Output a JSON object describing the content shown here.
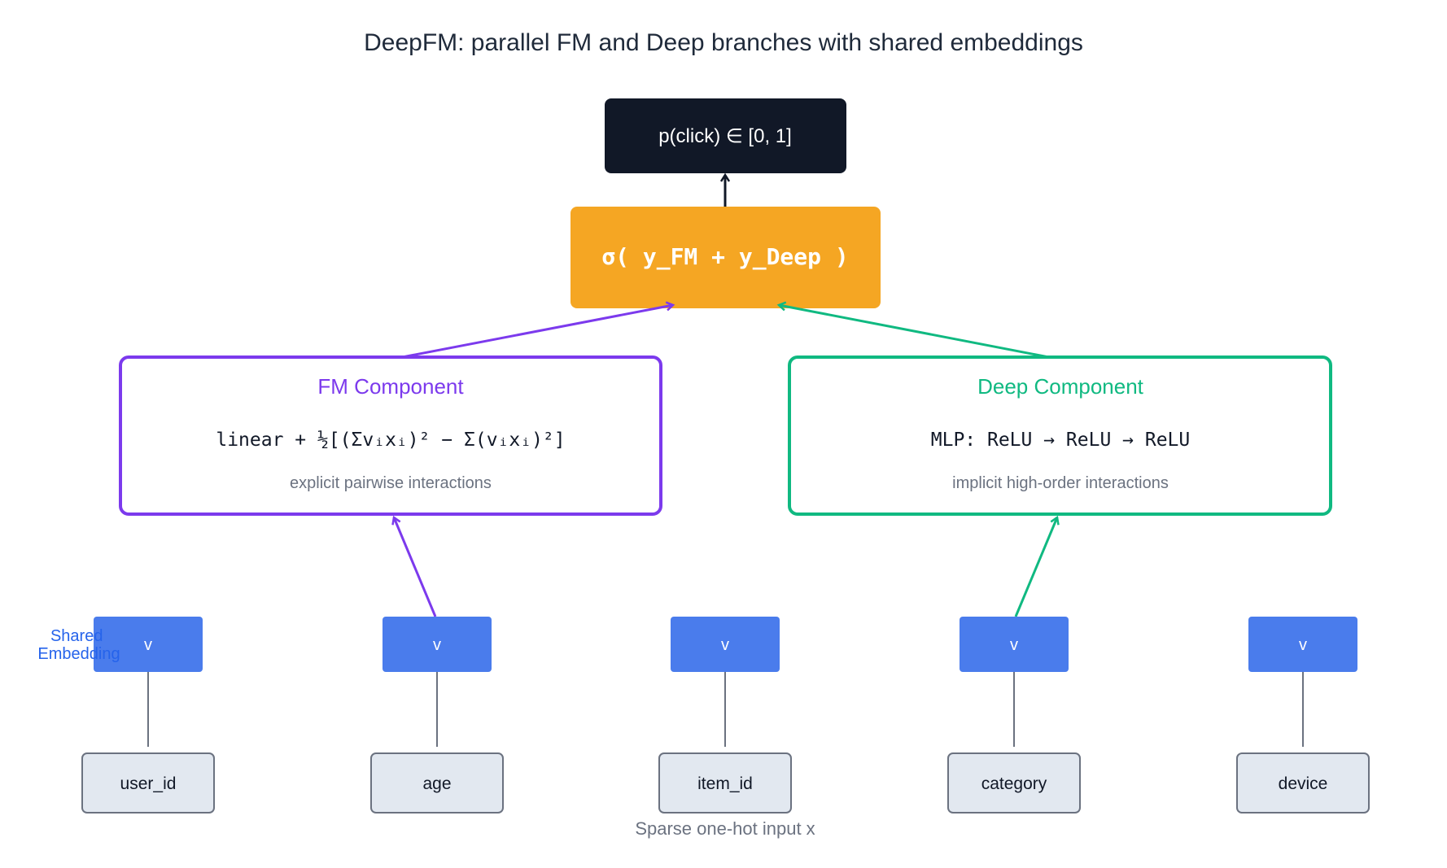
{
  "title": "DeepFM: parallel FM and Deep branches with shared embeddings",
  "output_box": {
    "label": "p(click)  ∈ [0, 1]"
  },
  "sigmoid_box": {
    "formula": "σ( y_FM + y_Deep )"
  },
  "fm_component": {
    "title": "FM Component",
    "formula": "linear  +  ½[(Σvᵢxᵢ)² − Σ(vᵢxᵢ)²]",
    "description": "explicit pairwise interactions"
  },
  "deep_component": {
    "title": "Deep Component",
    "formula": "MLP:  ReLU → ReLU → ReLU",
    "description": "implicit high-order interactions"
  },
  "shared_embedding_label": [
    "Shared",
    "Embedding"
  ],
  "embedding_label": "v",
  "features": [
    "user_id",
    "age",
    "item_id",
    "category",
    "device"
  ],
  "input_caption": "Sparse one-hot input  x",
  "colors": {
    "fm": "#7c3aed",
    "deep": "#10b981",
    "sigmoid": "#f5a623",
    "output": "#111827",
    "embedding": "#4a7cec",
    "feature_fill": "#e2e8f0",
    "feature_stroke": "#6b7280",
    "shared_label": "#2563eb"
  }
}
